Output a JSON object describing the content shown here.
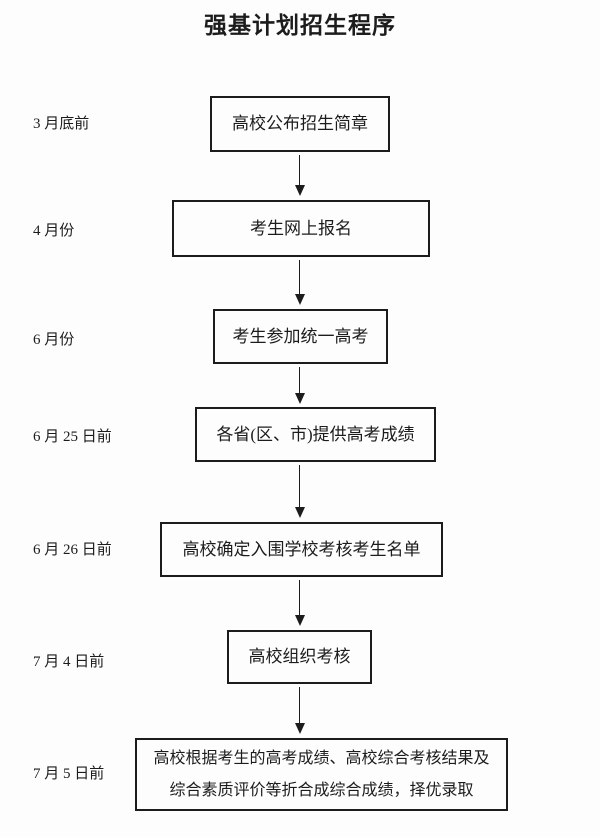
{
  "page": {
    "title": "强基计划招生程序",
    "background_color": "#fdfdfd",
    "line_color": "#1c1c1c"
  },
  "icons": {
    "flow_arrow": "▼"
  },
  "flow": {
    "steps": [
      {
        "date": "3 月底前",
        "label": "高校公布招生简章"
      },
      {
        "date": "4 月份",
        "label": "考生网上报名"
      },
      {
        "date": "6 月份",
        "label": "考生参加统一高考"
      },
      {
        "date": "6 月 25 日前",
        "label": "各省(区、市)提供高考成绩"
      },
      {
        "date": "6 月 26 日前",
        "label": "高校确定入围学校考核考生名单"
      },
      {
        "date": "7 月 4 日前",
        "label": "高校组织考核"
      },
      {
        "date": "7 月 5 日前",
        "label": "高校根据考生的高考成绩、高校综合考核结果及综合素质评价等折合成综合成绩，择优录取"
      }
    ]
  }
}
